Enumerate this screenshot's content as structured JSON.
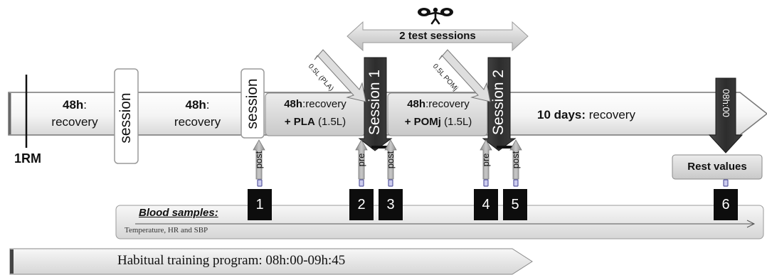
{
  "timeline": {
    "label_1rm": "1RM",
    "phase1": {
      "bold": "48h",
      "rest": ":",
      "line2": "recovery"
    },
    "session_box1": "session",
    "phase2": {
      "bold": "48h",
      "rest": ":",
      "line2": "recovery"
    },
    "session_box2": "session",
    "phase3": {
      "bold": "48h",
      "rest": ":recovery",
      "line2_bold": "+ PLA",
      "line2_rest": " (1.5L)"
    },
    "phase4": {
      "bold": "48h",
      "rest": ":recovery",
      "line2_bold": "+ POMj",
      "line2_rest": " (1.5L)"
    },
    "phase5": {
      "bold": "10 days:",
      "rest": " recovery"
    },
    "time_arrow": "08h:00"
  },
  "test_sessions": {
    "label": "2 test sessions",
    "session1": "Session 1",
    "session2": "Session 2",
    "drink1": "0.5L (PLA)",
    "drink2": "0.5L POMj"
  },
  "samples": {
    "markers": [
      {
        "num": "1",
        "tag": "post"
      },
      {
        "num": "2",
        "tag": "pre"
      },
      {
        "num": "3",
        "tag": "post"
      },
      {
        "num": "4",
        "tag": "pre"
      },
      {
        "num": "5",
        "tag": "post"
      },
      {
        "num": "6",
        "tag": ""
      }
    ],
    "rest_values": "Rest values",
    "blood_title": "Blood samples:",
    "blood_sub": "Temperature, HR and SBP"
  },
  "training": {
    "label": "Habitual training program: 08h:00-09h:45"
  }
}
